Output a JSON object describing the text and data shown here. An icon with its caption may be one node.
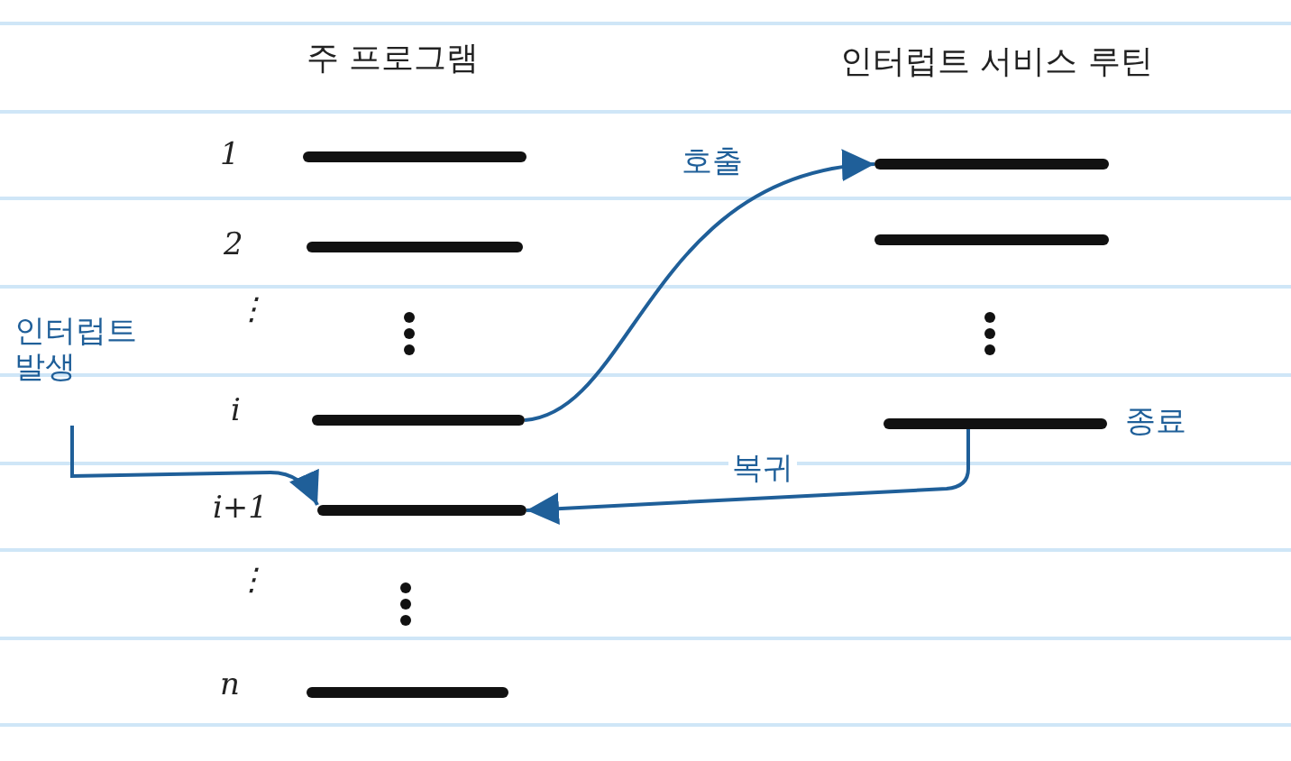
{
  "diagram": {
    "nodes": [
      {
        "text": [],
        "shape": "bar",
        "beside": [
          "1"
        ]
      },
      {
        "text": [],
        "shape": "bar",
        "beside": [
          "2"
        ]
      },
      {
        "text": [],
        "shape": "bar",
        "beside": [
          "i"
        ]
      },
      {
        "text": [],
        "shape": "bar",
        "beside": [
          "i+1"
        ]
      },
      {
        "text": [],
        "shape": "bar",
        "beside": [
          "n"
        ]
      },
      {
        "text": [],
        "shape": "bar"
      },
      {
        "text": [],
        "shape": "bar"
      },
      {
        "text": [],
        "shape": "bar",
        "beside": [
          "종료"
        ]
      },
      {
        "text": [
          "인터럽트 발생"
        ]
      }
    ],
    "edges": [
      {
        "from": 2,
        "to": 5,
        "arrow": "to",
        "label": "호출"
      },
      {
        "from": 7,
        "to": 3,
        "arrow": "to",
        "label": "복귀"
      },
      {
        "from": 8,
        "to": 3,
        "arrow": "to"
      }
    ],
    "labels": [
      "주 프로그램",
      "인터럽트 서비스 루틴",
      "⋮",
      "⋮"
    ]
  }
}
